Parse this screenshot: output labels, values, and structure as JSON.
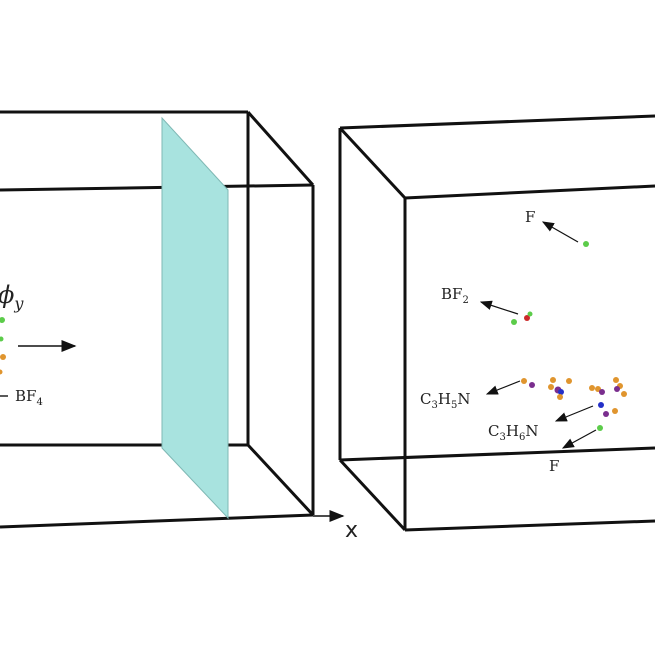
{
  "colors": {
    "plane": "#a8e3df",
    "green": "#5ccc4a",
    "orange": "#e0952e",
    "purple": "#7a2e8e",
    "red": "#cc2a2a",
    "blue": "#2430c8"
  },
  "left": {
    "phi_label": "ϕ",
    "phi_sub": "y",
    "bf4_label": "BF",
    "bf4_sub": "4",
    "axis_label": "x"
  },
  "right": {
    "f_top": "F",
    "bf2": "BF",
    "bf2_sub": "2",
    "c3h5n": [
      "C",
      "3",
      "H",
      "5",
      "N"
    ],
    "c3h6n": [
      "C",
      "3",
      "H",
      "6",
      "N"
    ],
    "f_bottom": "F"
  }
}
